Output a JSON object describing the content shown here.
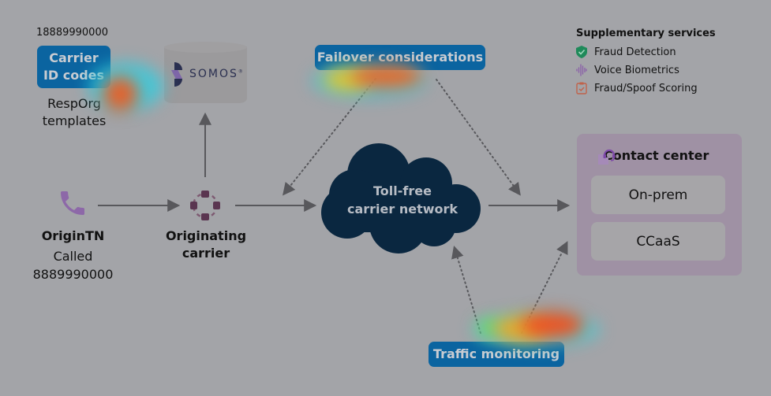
{
  "carrier_id": {
    "number": "18889990000",
    "badge_label_line1": "Carrier",
    "badge_label_line2": "ID codes",
    "caption_line1": "RespOrg",
    "caption_line2": "templates"
  },
  "somos": {
    "logo_text": "SOMOS",
    "registered_mark": "®",
    "icon": "somos-logo-icon"
  },
  "failover": {
    "label": "Failover considerations"
  },
  "supplementary": {
    "title": "Supplementary services",
    "items": [
      {
        "label": "Fraud Detection",
        "icon": "shield-check-icon",
        "color": "#1f8a5a"
      },
      {
        "label": "Voice Biometrics",
        "icon": "voice-waveform-icon",
        "color": "#8a5ea8"
      },
      {
        "label": "Fraud/Spoof Scoring",
        "icon": "clipboard-check-icon",
        "color": "#c0624a"
      }
    ]
  },
  "origin": {
    "icon": "phone-icon",
    "title": "OriginTN",
    "sub_line1": "Called",
    "sub_line2": "8889990000"
  },
  "originating_carrier": {
    "icon": "network-nodes-icon",
    "line1": "Originating",
    "line2": "carrier"
  },
  "cloud": {
    "line1": "Toll-free",
    "line2": "carrier network",
    "color": "#0a2740"
  },
  "contact_center": {
    "title": "Contact center",
    "icon": "headset-building-icon",
    "items": [
      "On-prem",
      "CCaaS"
    ]
  },
  "traffic": {
    "label": "Traffic monitoring"
  },
  "colors": {
    "badge": "#0b64a0",
    "background": "#a3a4a8",
    "arrow": "#58585c"
  }
}
